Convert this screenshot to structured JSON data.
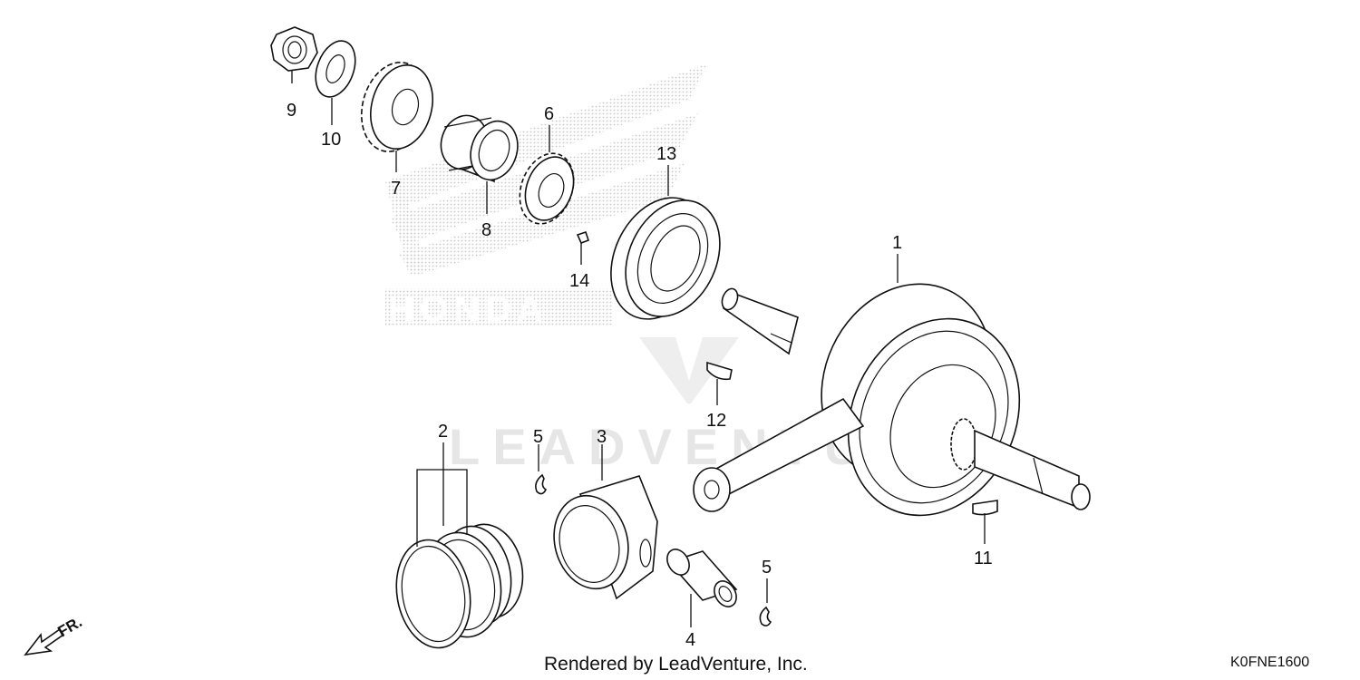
{
  "diagram": {
    "callouts": {
      "c1": "1",
      "c2": "2",
      "c3": "3",
      "c4": "4",
      "c5a": "5",
      "c5b": "5",
      "c6": "6",
      "c7": "7",
      "c8": "8",
      "c9": "9",
      "c10": "10",
      "c11": "11",
      "c12": "12",
      "c13": "13",
      "c14": "14"
    },
    "direction_label": "FR.",
    "watermark_text": "LEADVENTURE",
    "logo_text": "HONDA"
  },
  "footer": {
    "credit": "Rendered by LeadVenture, Inc.",
    "diagram_code": "K0FNE1600"
  },
  "colors": {
    "line": "#111111",
    "watermark": "#e6e6e6",
    "logo_dots": "#c8c8c8"
  }
}
